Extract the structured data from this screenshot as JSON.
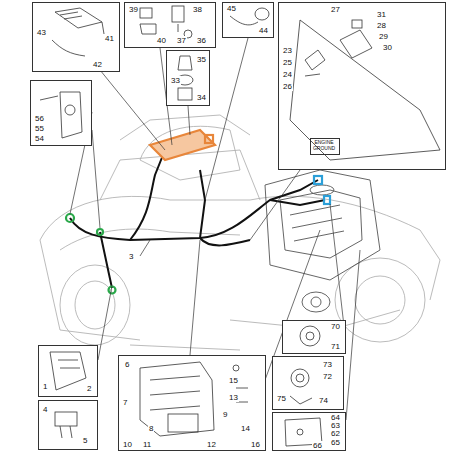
{
  "diagram": {
    "nodes": [
      {
        "text": [
          "43",
          "41",
          "42"
        ]
      },
      {
        "text": [
          "39",
          "40",
          "38",
          "37",
          "36"
        ]
      },
      {
        "text": [
          "35",
          "33",
          "34"
        ]
      },
      {
        "text": [
          "45",
          "44"
        ]
      },
      {
        "text": [
          "27",
          "31",
          "28",
          "29",
          "30",
          "23",
          "25",
          "24",
          "26"
        ]
      },
      {
        "text": [
          "56",
          "55",
          "54"
        ]
      },
      {
        "text": [
          "1",
          "2"
        ]
      },
      {
        "text": [
          "4",
          "5"
        ]
      },
      {
        "text": [
          "6",
          "7",
          "8",
          "15",
          "13",
          "9",
          "14",
          "10",
          "11",
          "12",
          "16"
        ]
      },
      {
        "text": [
          "73",
          "72",
          "75",
          "74"
        ]
      },
      {
        "text": [
          "70",
          "71"
        ]
      },
      {
        "text": [
          "64",
          "63",
          "62",
          "65",
          "66"
        ]
      },
      {
        "text": [
          "ENGINE GROUND"
        ]
      }
    ],
    "labels": [
      "3"
    ]
  }
}
